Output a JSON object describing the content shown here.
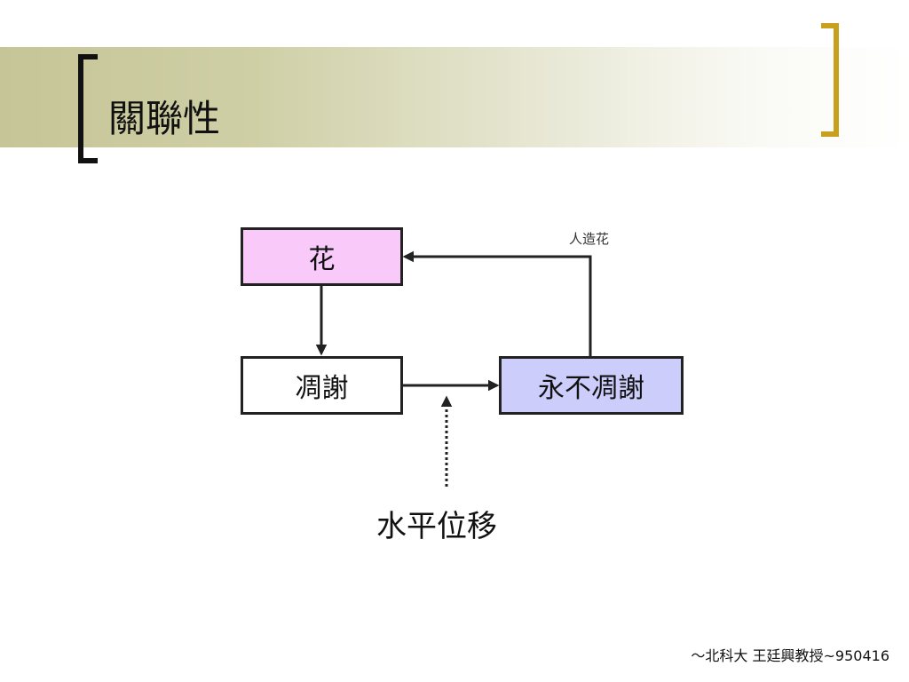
{
  "slide": {
    "title": "關聯性",
    "accent_colors": {
      "band": "#c6c597",
      "right_bracket": "#c9a01b",
      "left_bracket": "#111111"
    },
    "icons": [
      "left-bracket-icon",
      "right-bracket-icon",
      "arrow-icon"
    ]
  },
  "diagram": {
    "nodes": {
      "flower": {
        "label": "花",
        "fill": "#f9c9f9"
      },
      "wither": {
        "label": "凋謝",
        "fill": "#ffffff"
      },
      "never_wither": {
        "label": "永不凋謝",
        "fill": "#cccdfb"
      }
    },
    "edge_label": "人造花",
    "shift_label": "水平位移"
  },
  "footer": {
    "text": "～北科大 王廷興教授~950416"
  }
}
